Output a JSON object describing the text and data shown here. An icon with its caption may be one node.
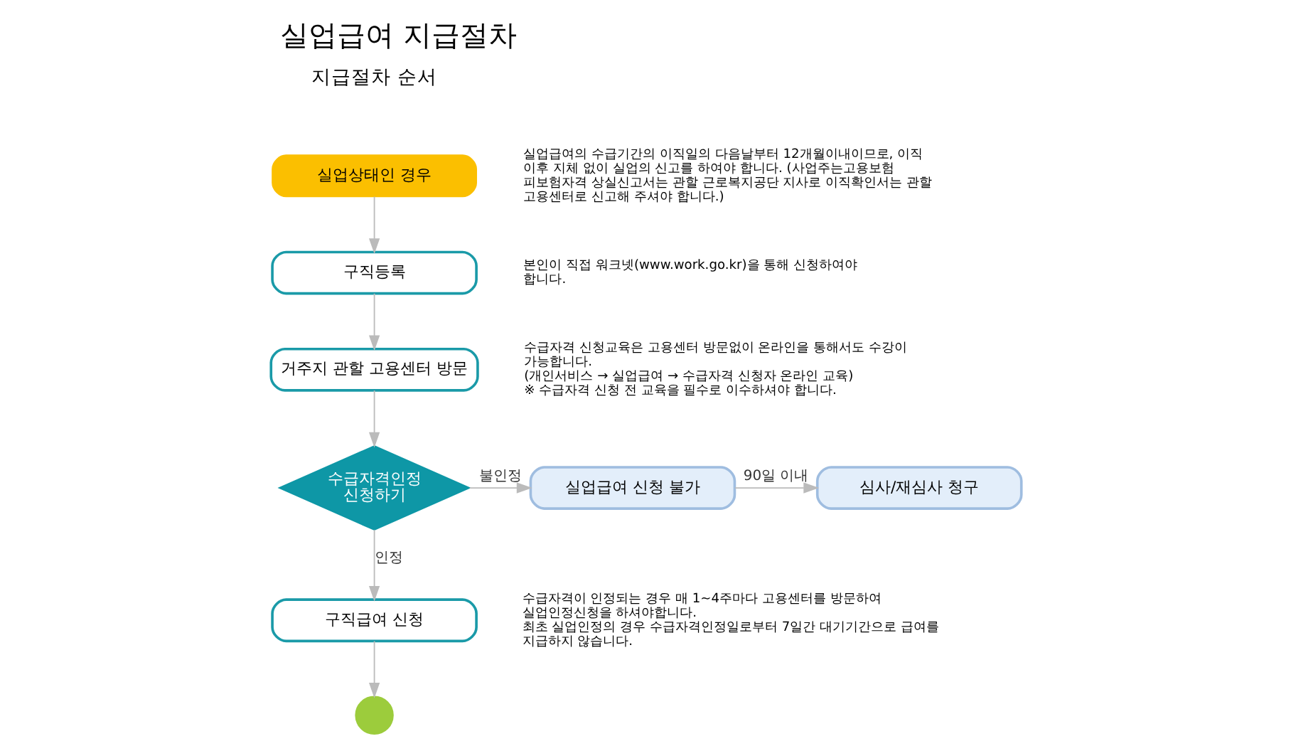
{
  "diagram": {
    "title": "실업급여 지급절차",
    "nodes": [
      {
        "text": [
          "실업상태인 경우"
        ],
        "beside": [
          "실업급여의 수급기간의 이직일의 다음날부터 12개월이내이므로, 이직 이후 지체 없이 실업의 신고를 하여야 합니다. (사업주는고용보험 피보험자격 상실신고서는 관할 근로복지공단 지사로 이직확인서는 관할 고용센터로 신고해 주셔야 합니다.)"
        ]
      },
      {
        "text": [
          "구직등록"
        ],
        "beside": [
          "본인이 직접 워크넷(www.work.go.kr)을 통해 신청하여야 합니다."
        ]
      },
      {
        "text": [
          "거주지 관할 고용센터 방문"
        ],
        "beside": [
          "수급자격 신청교육은 고용센터 방문없이 온라인을 통해서도 수강이 가능합니다.",
          "(개인서비스 → 실업급여 → 수급자격 신청자 온라인 교육)",
          "※ 수급자격 신청 전 교육을 필수로 이수하셔야 합니다."
        ]
      },
      {
        "text": [
          "수급자격인정 신청하기"
        ]
      },
      {
        "text": [
          "실업급여 신청 불가"
        ]
      },
      {
        "text": [
          "심사/재심사 청구"
        ]
      },
      {
        "text": [
          "구직급여 신청"
        ],
        "beside": [
          "수급자격이 인정되는 경우 매 1~4주마다 고용센터를 방문하여 실업인정신청을 하셔야합니다.",
          "최초 실업인정의 경우 수급자격인정일로부터 7일간 대기기간으로 급여를 지급하지 않습니다."
        ]
      },
      {
        "text": [],
        "shape": "circle"
      }
    ],
    "edges": [
      {
        "from": 0,
        "to": 1,
        "arrow": "to"
      },
      {
        "from": 1,
        "to": 2,
        "arrow": "to"
      },
      {
        "from": 2,
        "to": 3,
        "arrow": "to"
      },
      {
        "from": 3,
        "to": 4,
        "arrow": "to",
        "label": "불인정"
      },
      {
        "from": 4,
        "to": 5,
        "arrow": "to",
        "label": "90일 이내"
      },
      {
        "from": 3,
        "to": 6,
        "arrow": "to",
        "label": "인정"
      },
      {
        "from": 6,
        "to": 7,
        "arrow": "to"
      }
    ],
    "labels": [
      "지급절차 순서"
    ]
  }
}
